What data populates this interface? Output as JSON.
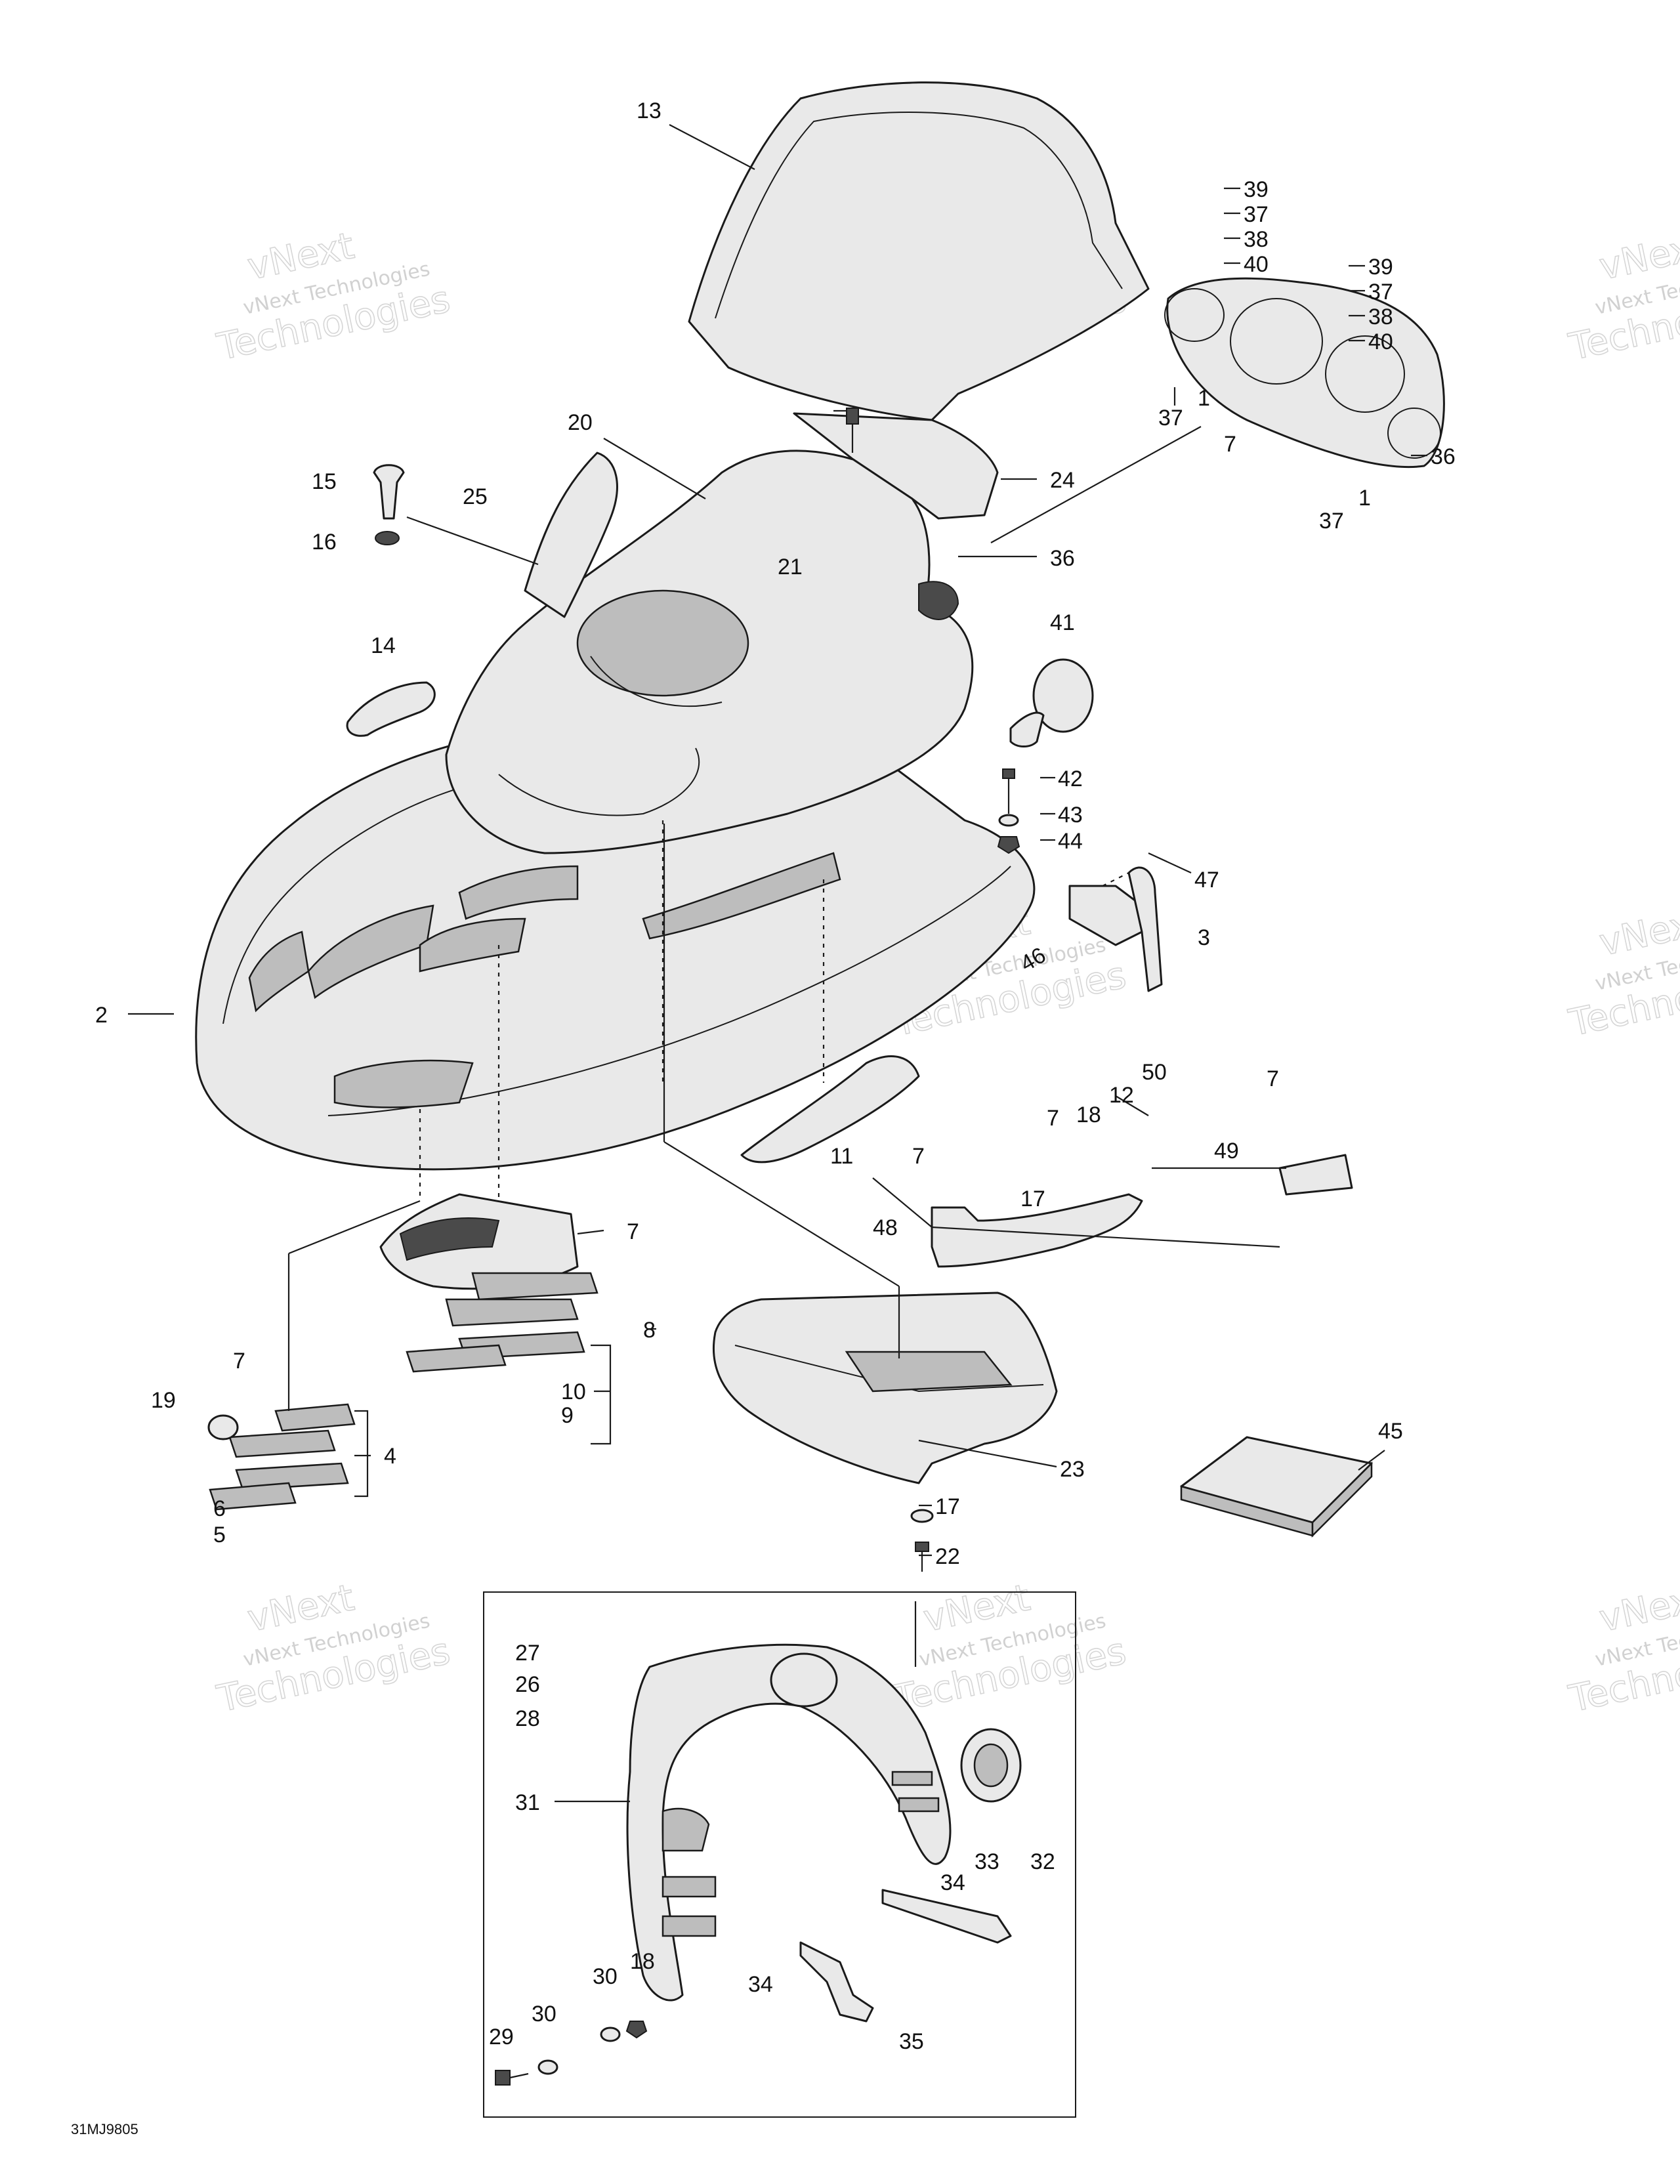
{
  "diagram": {
    "figure_code": "31MJ9805",
    "callouts": [
      {
        "id": "c13",
        "text": "13"
      },
      {
        "id": "c39a",
        "text": "39"
      },
      {
        "id": "c37a",
        "text": "37"
      },
      {
        "id": "c38a",
        "text": "38"
      },
      {
        "id": "c40a",
        "text": "40"
      },
      {
        "id": "c39b",
        "text": "39"
      },
      {
        "id": "c37b",
        "text": "37"
      },
      {
        "id": "c38b",
        "text": "38"
      },
      {
        "id": "c40b",
        "text": "40"
      },
      {
        "id": "c37c",
        "text": "37"
      },
      {
        "id": "c1a",
        "text": "1"
      },
      {
        "id": "c7a",
        "text": "7"
      },
      {
        "id": "c36a",
        "text": "36"
      },
      {
        "id": "c1b",
        "text": "1"
      },
      {
        "id": "c37d",
        "text": "37"
      },
      {
        "id": "c20",
        "text": "20"
      },
      {
        "id": "c24",
        "text": "24"
      },
      {
        "id": "c15",
        "text": "15"
      },
      {
        "id": "c25",
        "text": "25"
      },
      {
        "id": "c16",
        "text": "16"
      },
      {
        "id": "c36b",
        "text": "36"
      },
      {
        "id": "c21",
        "text": "21"
      },
      {
        "id": "c14",
        "text": "14"
      },
      {
        "id": "c41",
        "text": "41"
      },
      {
        "id": "c42",
        "text": "42"
      },
      {
        "id": "c43",
        "text": "43"
      },
      {
        "id": "c44",
        "text": "44"
      },
      {
        "id": "c47",
        "text": "47"
      },
      {
        "id": "c3",
        "text": "3"
      },
      {
        "id": "c46",
        "text": "46"
      },
      {
        "id": "c2",
        "text": "2"
      },
      {
        "id": "c50",
        "text": "50"
      },
      {
        "id": "c7b",
        "text": "7"
      },
      {
        "id": "c12",
        "text": "12"
      },
      {
        "id": "c18a",
        "text": "18"
      },
      {
        "id": "c7c",
        "text": "7"
      },
      {
        "id": "c49",
        "text": "49"
      },
      {
        "id": "c11",
        "text": "11"
      },
      {
        "id": "c7d",
        "text": "7"
      },
      {
        "id": "c17a",
        "text": "17"
      },
      {
        "id": "c48",
        "text": "48"
      },
      {
        "id": "c7e",
        "text": "7"
      },
      {
        "id": "c8",
        "text": "8"
      },
      {
        "id": "c7f",
        "text": "7"
      },
      {
        "id": "c19",
        "text": "19"
      },
      {
        "id": "c10",
        "text": "10"
      },
      {
        "id": "c9",
        "text": "9"
      },
      {
        "id": "c4",
        "text": "4"
      },
      {
        "id": "c6",
        "text": "6"
      },
      {
        "id": "c5",
        "text": "5"
      },
      {
        "id": "c23",
        "text": "23"
      },
      {
        "id": "c45",
        "text": "45"
      },
      {
        "id": "c17b",
        "text": "17"
      },
      {
        "id": "c22",
        "text": "22"
      },
      {
        "id": "c27",
        "text": "27"
      },
      {
        "id": "c26",
        "text": "26"
      },
      {
        "id": "c28",
        "text": "28"
      },
      {
        "id": "c31",
        "text": "31"
      },
      {
        "id": "c33",
        "text": "33"
      },
      {
        "id": "c32",
        "text": "32"
      },
      {
        "id": "c34a",
        "text": "34"
      },
      {
        "id": "c34b",
        "text": "34"
      },
      {
        "id": "c30a",
        "text": "30"
      },
      {
        "id": "c18b",
        "text": "18"
      },
      {
        "id": "c35",
        "text": "35"
      },
      {
        "id": "c30b",
        "text": "30"
      },
      {
        "id": "c29",
        "text": "29"
      }
    ]
  },
  "watermark": {
    "line1": "vNext",
    "line2": "vNext Technologies",
    "line3": "Technologies"
  },
  "colors": {
    "ink": "#1a1a1a",
    "watermark": "#c9c9c9",
    "background": "#ffffff"
  }
}
